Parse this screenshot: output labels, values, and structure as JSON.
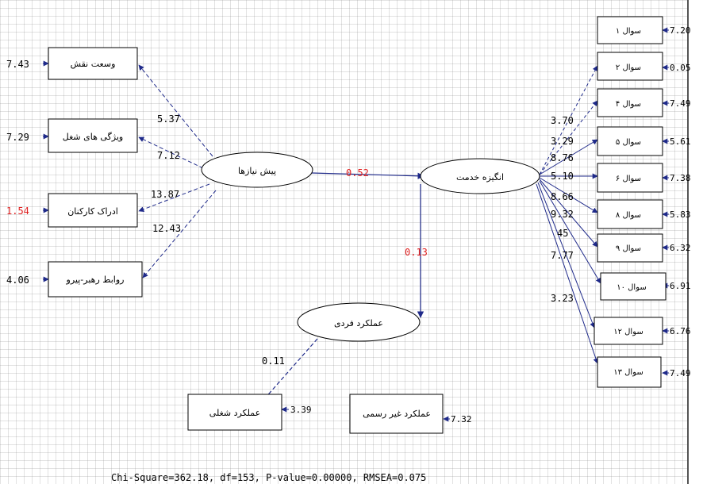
{
  "colors": {
    "background": "#ffffff",
    "grid": "#c8c8c8",
    "arrow": "#1f2a8a",
    "highlight": "#e02020",
    "text": "#000000"
  },
  "latent": {
    "pre": "پیش نیازها",
    "motivation": "انگیزه خدمت",
    "performance": "عملکرد فردی"
  },
  "left_indicators": [
    {
      "label": "وسعت نقش",
      "error": "7.43"
    },
    {
      "label": "ویژگی های شغل",
      "error": "7.29"
    },
    {
      "label": "ادراک کارکنان",
      "error": "1.54"
    },
    {
      "label": "روابط رهبر-پیرو",
      "error": "4.06"
    }
  ],
  "left_paths": [
    "5.37",
    "7.12",
    "13.87",
    "12.43"
  ],
  "right_indicators": [
    {
      "label": "سوال ۱",
      "error": "7.20"
    },
    {
      "label": "سوال ۲",
      "error": "0.05"
    },
    {
      "label": "سوال ۴",
      "error": "7.49"
    },
    {
      "label": "سوال ۵",
      "error": "5.61"
    },
    {
      "label": "سوال ۶",
      "error": "7.38"
    },
    {
      "label": "سوال ۸",
      "error": "5.83"
    },
    {
      "label": "سوال ۹",
      "error": "6.32"
    },
    {
      "label": "سوال ۱۰",
      "error": "6.91"
    },
    {
      "label": "سوال ۱۲",
      "error": "6.76"
    },
    {
      "label": "سوال ۱۳",
      "error": "7.49"
    }
  ],
  "right_paths": [
    "3.70",
    "3.29",
    "8.76",
    "5.10",
    "8.66",
    "9.32",
    "45",
    "7.77",
    "3.23"
  ],
  "structural_paths": {
    "pre_to_motivation": "0.52",
    "motivation_to_performance": "0.13",
    "performance_to_job": "0.11"
  },
  "outcomes": [
    {
      "label": "عملکرد شغلی",
      "error": "3.39"
    },
    {
      "label": "عملکرد غیر رسمی",
      "error": "7.32"
    }
  ],
  "fit": "Chi-Square=362.18, df=153, P-value=0.00000, RMSEA=0.075"
}
